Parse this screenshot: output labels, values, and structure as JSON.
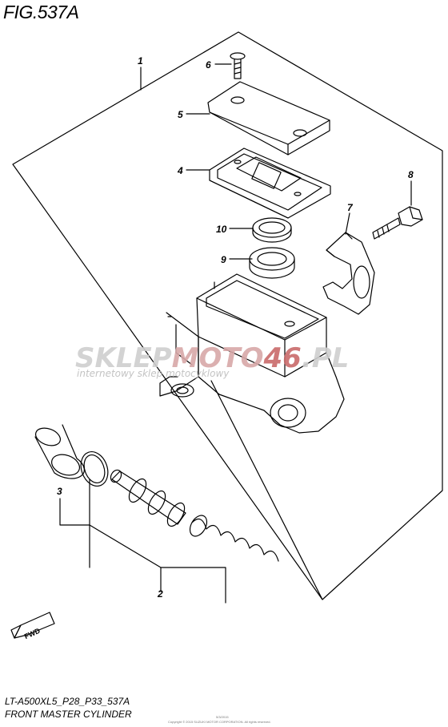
{
  "figure": {
    "title": "FIG.537A"
  },
  "callouts": [
    "1",
    "2",
    "3",
    "4",
    "5",
    "6",
    "7",
    "8",
    "9",
    "10"
  ],
  "watermark": {
    "part1": "SKLEP",
    "part2": "MOTO",
    "part3": "46",
    "part4": ".PL",
    "tagline": "internetowy sklep motocyklowy",
    "color_gray": "#c9c9c9",
    "color_red": "#d9a3a3"
  },
  "fwd_label": "FWD",
  "footer": {
    "code": "LT-A500XL5_P28_P33_537A",
    "name": "FRONT MASTER CYLINDER"
  },
  "fine_print": {
    "top": "5/3/2015",
    "bottom": "Copyright © 2015 SUZUKI MOTOR CORPORATION. All rights reserved."
  }
}
